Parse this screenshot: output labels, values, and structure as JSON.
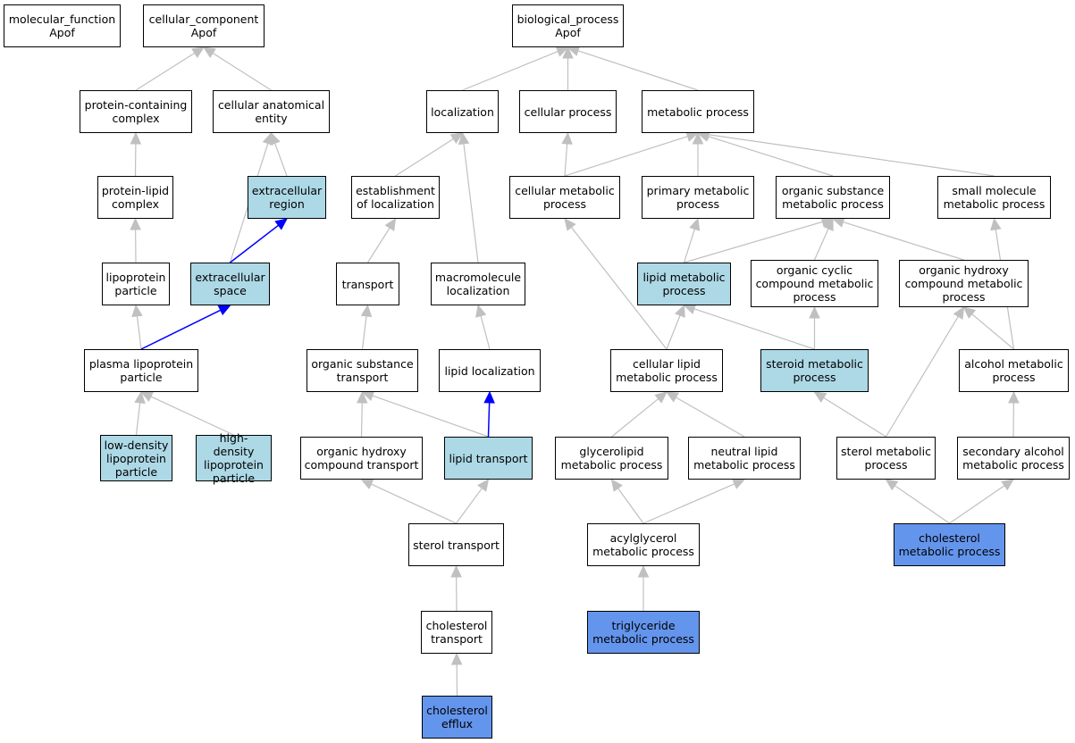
{
  "colors": {
    "node_fill": "#ffffff",
    "node_border": "#000000",
    "associated_fill": "#add8e6",
    "direct_fill": "#6495ed",
    "edge_default": "#c0c0c0",
    "edge_highlight": "#0000ff"
  },
  "nodes": [
    {
      "id": "mf",
      "label": "molecular_function\nApof",
      "status": "plain"
    },
    {
      "id": "cc",
      "label": "cellular_component\nApof",
      "status": "plain"
    },
    {
      "id": "bp",
      "label": "biological_process\nApof",
      "status": "plain"
    },
    {
      "id": "pcc",
      "label": "protein-containing\ncomplex",
      "status": "plain"
    },
    {
      "id": "cae",
      "label": "cellular anatomical\nentity",
      "status": "plain"
    },
    {
      "id": "loc",
      "label": "localization",
      "status": "plain"
    },
    {
      "id": "cp",
      "label": "cellular process",
      "status": "plain"
    },
    {
      "id": "mp",
      "label": "metabolic process",
      "status": "plain"
    },
    {
      "id": "plc",
      "label": "protein-lipid\ncomplex",
      "status": "plain"
    },
    {
      "id": "er",
      "label": "extracellular\nregion",
      "status": "associated"
    },
    {
      "id": "eol",
      "label": "establishment\nof localization",
      "status": "plain"
    },
    {
      "id": "cmp",
      "label": "cellular metabolic\nprocess",
      "status": "plain"
    },
    {
      "id": "pmp",
      "label": "primary metabolic\nprocess",
      "status": "plain"
    },
    {
      "id": "osmp",
      "label": "organic substance\nmetabolic process",
      "status": "plain"
    },
    {
      "id": "smmp",
      "label": "small molecule\nmetabolic process",
      "status": "plain"
    },
    {
      "id": "lpp",
      "label": "lipoprotein\nparticle",
      "status": "plain"
    },
    {
      "id": "es",
      "label": "extracellular\nspace",
      "status": "associated"
    },
    {
      "id": "tr",
      "label": "transport",
      "status": "plain"
    },
    {
      "id": "mloc",
      "label": "macromolecule\nlocalization",
      "status": "plain"
    },
    {
      "id": "lmp",
      "label": "lipid metabolic\nprocess",
      "status": "associated"
    },
    {
      "id": "occmp",
      "label": "organic cyclic\ncompound metabolic\nprocess",
      "status": "plain"
    },
    {
      "id": "ohcmp",
      "label": "organic hydroxy\ncompound metabolic\nprocess",
      "status": "plain"
    },
    {
      "id": "plp",
      "label": "plasma lipoprotein\nparticle",
      "status": "plain"
    },
    {
      "id": "ost",
      "label": "organic substance\ntransport",
      "status": "plain"
    },
    {
      "id": "lloc",
      "label": "lipid localization",
      "status": "plain"
    },
    {
      "id": "clmp",
      "label": "cellular lipid\nmetabolic process",
      "status": "plain"
    },
    {
      "id": "stmp",
      "label": "steroid metabolic\nprocess",
      "status": "associated"
    },
    {
      "id": "amp",
      "label": "alcohol metabolic\nprocess",
      "status": "plain"
    },
    {
      "id": "ldl",
      "label": "low-density\nlipoprotein\nparticle",
      "status": "associated"
    },
    {
      "id": "hdl",
      "label": "high-density\nlipoprotein\nparticle",
      "status": "associated"
    },
    {
      "id": "ohct",
      "label": "organic hydroxy\ncompound transport",
      "status": "plain"
    },
    {
      "id": "lt",
      "label": "lipid transport",
      "status": "associated"
    },
    {
      "id": "glmp",
      "label": "glycerolipid\nmetabolic process",
      "status": "plain"
    },
    {
      "id": "nlmp",
      "label": "neutral lipid\nmetabolic process",
      "status": "plain"
    },
    {
      "id": "sterolmp",
      "label": "sterol metabolic\nprocess",
      "status": "plain"
    },
    {
      "id": "samp",
      "label": "secondary alcohol\nmetabolic process",
      "status": "plain"
    },
    {
      "id": "st",
      "label": "sterol transport",
      "status": "plain"
    },
    {
      "id": "agmp",
      "label": "acylglycerol\nmetabolic process",
      "status": "plain"
    },
    {
      "id": "chmp",
      "label": "cholesterol\nmetabolic process",
      "status": "direct"
    },
    {
      "id": "ct",
      "label": "cholesterol\ntransport",
      "status": "plain"
    },
    {
      "id": "tgmp",
      "label": "triglyceride\nmetabolic process",
      "status": "direct"
    },
    {
      "id": "ce",
      "label": "cholesterol\nefflux",
      "status": "direct"
    }
  ],
  "edges": [
    {
      "from": "pcc",
      "to": "cc",
      "highlight": false
    },
    {
      "from": "cae",
      "to": "cc",
      "highlight": false
    },
    {
      "from": "loc",
      "to": "bp",
      "highlight": false
    },
    {
      "from": "cp",
      "to": "bp",
      "highlight": false
    },
    {
      "from": "mp",
      "to": "bp",
      "highlight": false
    },
    {
      "from": "plc",
      "to": "pcc",
      "highlight": false
    },
    {
      "from": "er",
      "to": "cae",
      "highlight": false
    },
    {
      "from": "es",
      "to": "cae",
      "highlight": false
    },
    {
      "from": "eol",
      "to": "loc",
      "highlight": false
    },
    {
      "from": "mloc",
      "to": "loc",
      "highlight": false
    },
    {
      "from": "cmp",
      "to": "cp",
      "highlight": false
    },
    {
      "from": "cmp",
      "to": "mp",
      "highlight": false
    },
    {
      "from": "pmp",
      "to": "mp",
      "highlight": false
    },
    {
      "from": "osmp",
      "to": "mp",
      "highlight": false
    },
    {
      "from": "smmp",
      "to": "mp",
      "highlight": false
    },
    {
      "from": "lpp",
      "to": "plc",
      "highlight": false
    },
    {
      "from": "es",
      "to": "er",
      "highlight": true
    },
    {
      "from": "tr",
      "to": "eol",
      "highlight": false
    },
    {
      "from": "lmp",
      "to": "pmp",
      "highlight": false
    },
    {
      "from": "lmp",
      "to": "osmp",
      "highlight": false
    },
    {
      "from": "occmp",
      "to": "osmp",
      "highlight": false
    },
    {
      "from": "ohcmp",
      "to": "osmp",
      "highlight": false
    },
    {
      "from": "plp",
      "to": "lpp",
      "highlight": false
    },
    {
      "from": "plp",
      "to": "es",
      "highlight": true
    },
    {
      "from": "ost",
      "to": "tr",
      "highlight": false
    },
    {
      "from": "lloc",
      "to": "mloc",
      "highlight": false
    },
    {
      "from": "clmp",
      "to": "cmp",
      "highlight": false
    },
    {
      "from": "clmp",
      "to": "lmp",
      "highlight": false
    },
    {
      "from": "stmp",
      "to": "lmp",
      "highlight": false
    },
    {
      "from": "stmp",
      "to": "occmp",
      "highlight": false
    },
    {
      "from": "amp",
      "to": "ohcmp",
      "highlight": false
    },
    {
      "from": "amp",
      "to": "smmp",
      "highlight": false
    },
    {
      "from": "ldl",
      "to": "plp",
      "highlight": false
    },
    {
      "from": "hdl",
      "to": "plp",
      "highlight": false
    },
    {
      "from": "ohct",
      "to": "ost",
      "highlight": false
    },
    {
      "from": "lt",
      "to": "ost",
      "highlight": false
    },
    {
      "from": "lt",
      "to": "lloc",
      "highlight": true
    },
    {
      "from": "glmp",
      "to": "clmp",
      "highlight": false
    },
    {
      "from": "nlmp",
      "to": "clmp",
      "highlight": false
    },
    {
      "from": "sterolmp",
      "to": "stmp",
      "highlight": false
    },
    {
      "from": "sterolmp",
      "to": "ohcmp",
      "highlight": false
    },
    {
      "from": "samp",
      "to": "amp",
      "highlight": false
    },
    {
      "from": "st",
      "to": "ohct",
      "highlight": false
    },
    {
      "from": "st",
      "to": "lt",
      "highlight": false
    },
    {
      "from": "agmp",
      "to": "glmp",
      "highlight": false
    },
    {
      "from": "agmp",
      "to": "nlmp",
      "highlight": false
    },
    {
      "from": "chmp",
      "to": "sterolmp",
      "highlight": false
    },
    {
      "from": "chmp",
      "to": "samp",
      "highlight": false
    },
    {
      "from": "ct",
      "to": "st",
      "highlight": false
    },
    {
      "from": "tgmp",
      "to": "agmp",
      "highlight": false
    },
    {
      "from": "ce",
      "to": "ct",
      "highlight": false
    }
  ]
}
